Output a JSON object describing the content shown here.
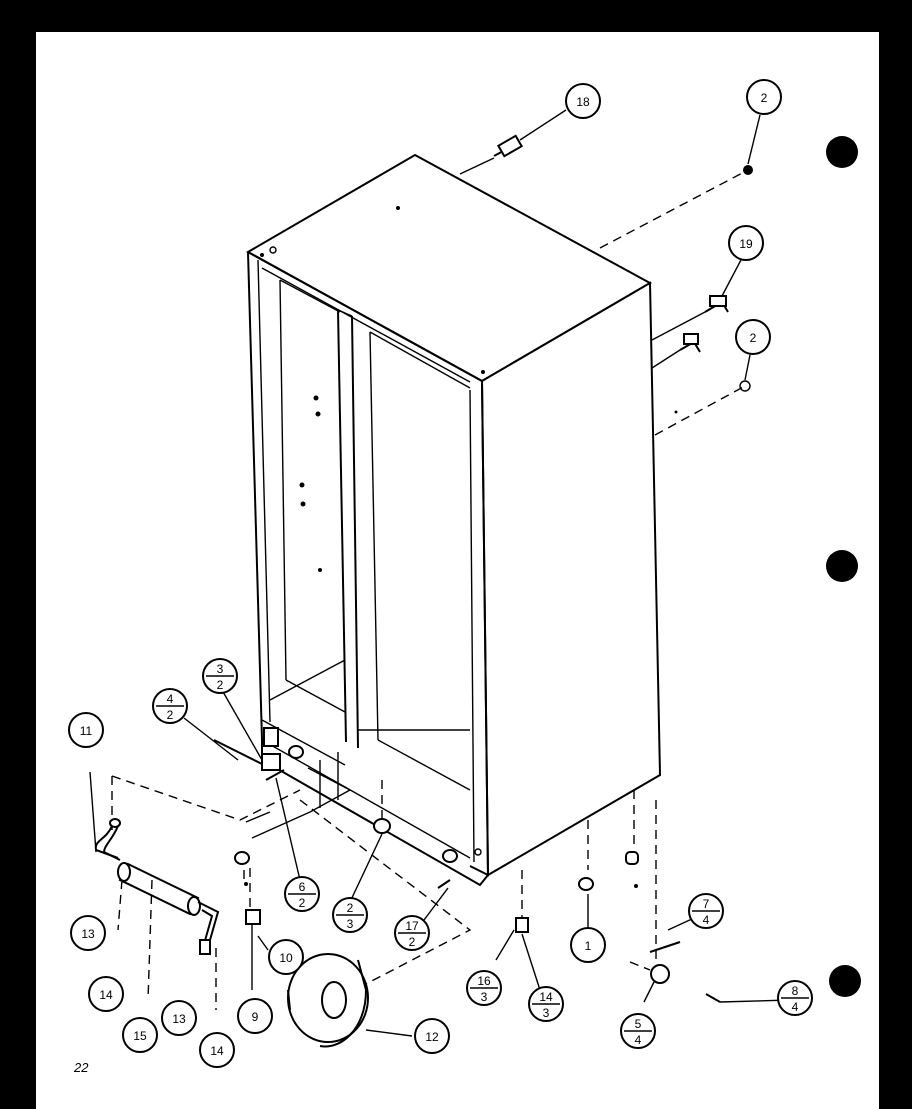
{
  "page_number": "22",
  "callouts": [
    {
      "id": "c18",
      "label": "18"
    },
    {
      "id": "c2a",
      "label": "2"
    },
    {
      "id": "c19",
      "label": "19"
    },
    {
      "id": "c2b",
      "label": "2"
    },
    {
      "id": "c11",
      "label": "11"
    },
    {
      "id": "c13a",
      "label": "13"
    },
    {
      "id": "c14a",
      "label": "14"
    },
    {
      "id": "c15",
      "label": "15"
    },
    {
      "id": "c13b",
      "label": "13"
    },
    {
      "id": "c14b",
      "label": "14"
    },
    {
      "id": "c9",
      "label": "9"
    },
    {
      "id": "c10",
      "label": "10"
    },
    {
      "id": "c12",
      "label": "12"
    },
    {
      "id": "c1",
      "label": "1"
    }
  ],
  "fraction_callouts": [
    {
      "id": "f42",
      "top": "4",
      "bottom": "2"
    },
    {
      "id": "f32",
      "top": "3",
      "bottom": "2"
    },
    {
      "id": "f62",
      "top": "6",
      "bottom": "2"
    },
    {
      "id": "f23",
      "top": "2",
      "bottom": "3"
    },
    {
      "id": "f172",
      "top": "17",
      "bottom": "2"
    },
    {
      "id": "f163",
      "top": "16",
      "bottom": "3"
    },
    {
      "id": "f143",
      "top": "14",
      "bottom": "3"
    },
    {
      "id": "f74",
      "top": "7",
      "bottom": "4"
    },
    {
      "id": "f54",
      "top": "5",
      "bottom": "4"
    },
    {
      "id": "f84",
      "top": "8",
      "bottom": "4"
    }
  ]
}
